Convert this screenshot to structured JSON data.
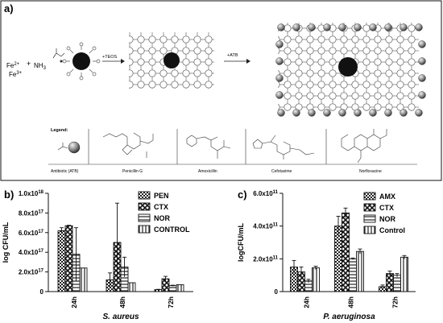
{
  "panel_a": {
    "label": "a)",
    "reagents": {
      "fe2": "Fe",
      "fe2_sup": "2+",
      "plus": "+",
      "nh3": "NH",
      "nh3_sub": "3",
      "fe3": "Fe",
      "fe3_sup": "3+"
    },
    "arrow1_label": "+TEOS",
    "arrow2_label": "+ATB",
    "legend_title": "Legend:",
    "legend_items": [
      "Antibiotic (ATB)",
      "Penicillin G",
      "Amoxicillin",
      "Cefotaxime",
      "Norfloxacine"
    ]
  },
  "chart_data": [
    {
      "type": "bar",
      "panel_label": "b)",
      "categories": [
        "24h",
        "48h",
        "72h"
      ],
      "series": [
        {
          "name": "PEN",
          "values": [
            6.2e+17,
            1.2e+17,
            2e+16
          ],
          "errors": [
            3e+16,
            7e+16,
            3000000000000000.0
          ]
        },
        {
          "name": "CTX",
          "values": [
            6.7e+17,
            5e+17,
            1.3e+17
          ],
          "errors": [
            5000000000000000.0,
            4e+17,
            2.5e+16
          ]
        },
        {
          "name": "NOR",
          "values": [
            3.8e+17,
            2.5e+17,
            6e+16
          ],
          "errors": [
            2.7e+17,
            1e+17,
            5000000000000000.0
          ]
        },
        {
          "name": "CONTROL",
          "values": [
            2.4e+17,
            9e+16,
            7e+16
          ],
          "errors": [
            0,
            0,
            0
          ]
        }
      ],
      "ylabel": "log CFU/mL",
      "xlabel": "S. aureus",
      "ylim": [
        0,
        1e+18
      ],
      "yticks": [
        0,
        2e+17,
        4e+17,
        6e+17,
        8e+17,
        1e+18
      ],
      "ytick_labels": {
        "0": {
          "base": "0",
          "exp": ""
        },
        "1": {
          "base": "2.0x10",
          "exp": "17"
        },
        "2": {
          "base": "4.0x10",
          "exp": "17"
        },
        "3": {
          "base": "6.0x10",
          "exp": "17"
        },
        "4": {
          "base": "8.0x10",
          "exp": "17"
        },
        "5": {
          "base": "1.0x10",
          "exp": "18"
        }
      },
      "legend_position": "top-right"
    },
    {
      "type": "bar",
      "panel_label": "c)",
      "categories": [
        "24h",
        "48h",
        "72h"
      ],
      "series": [
        {
          "name": "AMX",
          "values": [
            150000000000.0,
            400000000000.0,
            30000000000.0
          ],
          "errors": [
            40000000000.0,
            60000000000.0,
            10000000000.0
          ]
        },
        {
          "name": "CTX",
          "values": [
            120000000000.0,
            480000000000.0,
            110000000000.0
          ],
          "errors": [
            30000000000.0,
            30000000000.0,
            15000000000.0
          ]
        },
        {
          "name": "NOR",
          "values": [
            65000000000.0,
            200000000000.0,
            100000000000.0
          ],
          "errors": [
            10000000000.0,
            5000000000.0,
            10000000000.0
          ]
        },
        {
          "name": "Control",
          "values": [
            145000000000.0,
            245000000000.0,
            210000000000.0
          ],
          "errors": [
            10000000000.0,
            15000000000.0,
            10000000000.0
          ]
        }
      ],
      "ylabel": "logCFU/mL",
      "xlabel": "P. aeruginosa",
      "ylim": [
        0,
        600000000000.0
      ],
      "yticks": [
        0,
        200000000000.0,
        400000000000.0,
        600000000000.0
      ],
      "ytick_labels": {
        "0": {
          "base": "0",
          "exp": ""
        },
        "1": {
          "base": "2.0x10",
          "exp": "11"
        },
        "2": {
          "base": "4.0x10",
          "exp": "11"
        },
        "3": {
          "base": "6.0x10",
          "exp": "11"
        }
      },
      "legend_position": "top-right"
    }
  ],
  "colors": {
    "frame": "#111111",
    "fill_light": "#ffffff",
    "stroke": "#333333"
  }
}
